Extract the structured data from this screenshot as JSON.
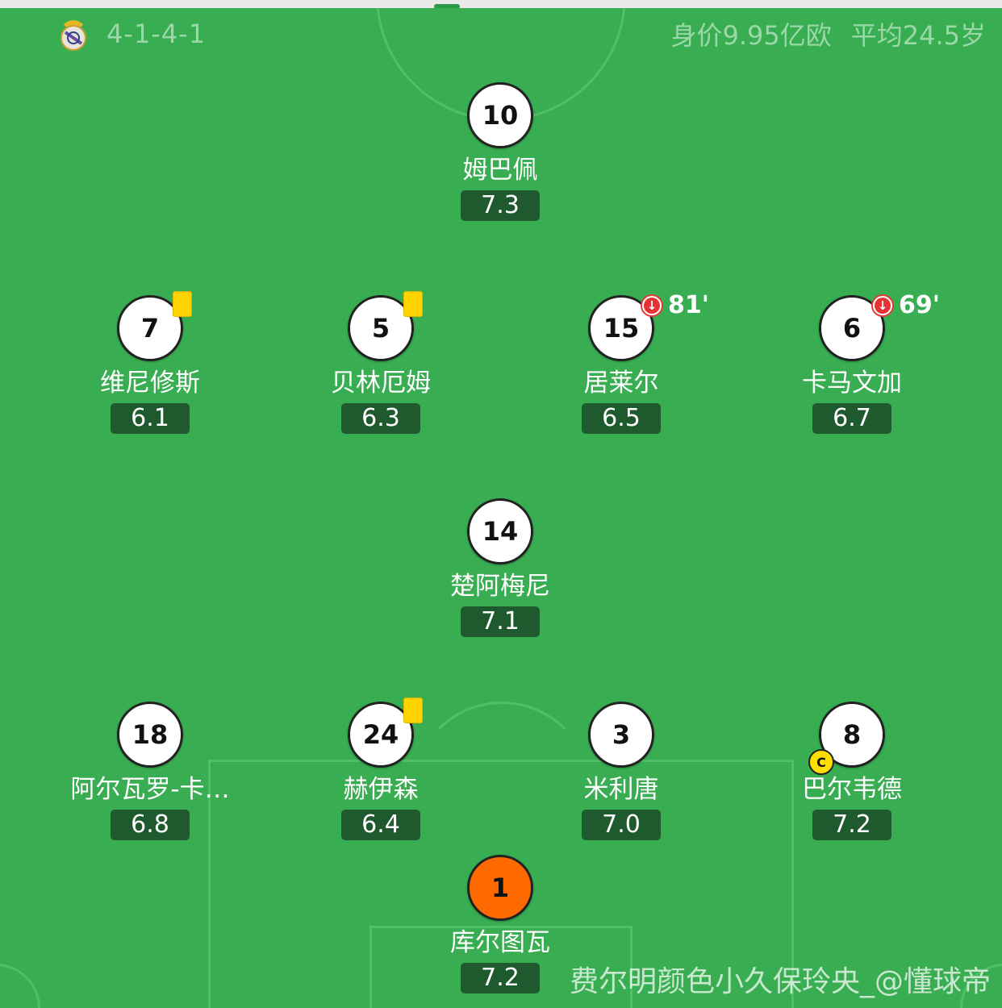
{
  "header": {
    "formation": "4-1-4-1",
    "market_value": "身价9.95亿欧",
    "average_age": "平均24.5岁"
  },
  "colors": {
    "pitch": "#38ad51",
    "rating_bg": "#1f5a2f",
    "goalkeeper": "#ff6a00",
    "yellow_card": "#ffd200"
  },
  "players": [
    {
      "number": "10",
      "name": "姆巴佩",
      "rating": "7.3"
    },
    {
      "number": "7",
      "name": "维尼修斯",
      "rating": "6.1",
      "yellow_card": true
    },
    {
      "number": "5",
      "name": "贝林厄姆",
      "rating": "6.3",
      "yellow_card": true
    },
    {
      "number": "15",
      "name": "居莱尔",
      "rating": "6.5",
      "sub_off": "81'"
    },
    {
      "number": "6",
      "name": "卡马文加",
      "rating": "6.7",
      "sub_off": "69'"
    },
    {
      "number": "14",
      "name": "楚阿梅尼",
      "rating": "7.1"
    },
    {
      "number": "18",
      "name": "阿尔瓦罗-卡…",
      "rating": "6.8"
    },
    {
      "number": "24",
      "name": "赫伊森",
      "rating": "6.4",
      "yellow_card": true
    },
    {
      "number": "3",
      "name": "米利唐",
      "rating": "7.0"
    },
    {
      "number": "8",
      "name": "巴尔韦德",
      "rating": "7.2",
      "captain_badge": "C"
    },
    {
      "number": "1",
      "name": "库尔图瓦",
      "rating": "7.2",
      "goalkeeper": true
    }
  ],
  "watermark": "费尔明颜色小久保玲央_@懂球帝"
}
